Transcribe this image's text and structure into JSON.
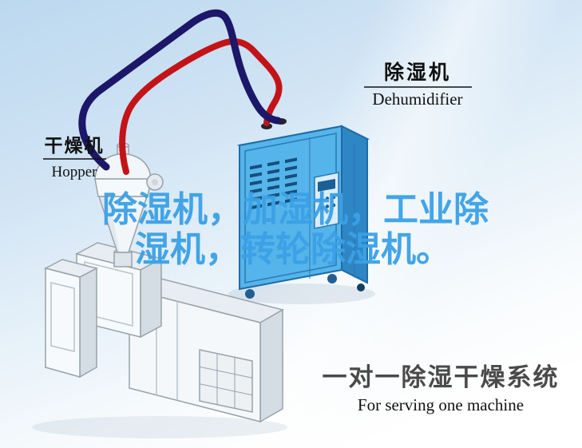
{
  "labels": {
    "dehumidifier": {
      "title": "除湿机",
      "subtitle": "Dehumidifier"
    },
    "hopper": {
      "title": "干燥机",
      "subtitle": "Hopper"
    },
    "watermark": {
      "line1": "除湿机，加湿机，工业除",
      "line2": "湿机，转轮除湿机。",
      "color": "#3ba1e6"
    },
    "caption": {
      "title": "一对一除湿干燥系统",
      "title_color": "#4a4a4a",
      "subtitle": "For serving one machine"
    }
  },
  "illustration": {
    "pipes": {
      "red": "#c41318",
      "navy": "#1c1768"
    },
    "dehumidifier_front": "#55b4e9",
    "dehumidifier_side": "#2f86c4",
    "dehumidifier_top": "#cfe8f8",
    "machine_body": "#f5f8fa"
  }
}
